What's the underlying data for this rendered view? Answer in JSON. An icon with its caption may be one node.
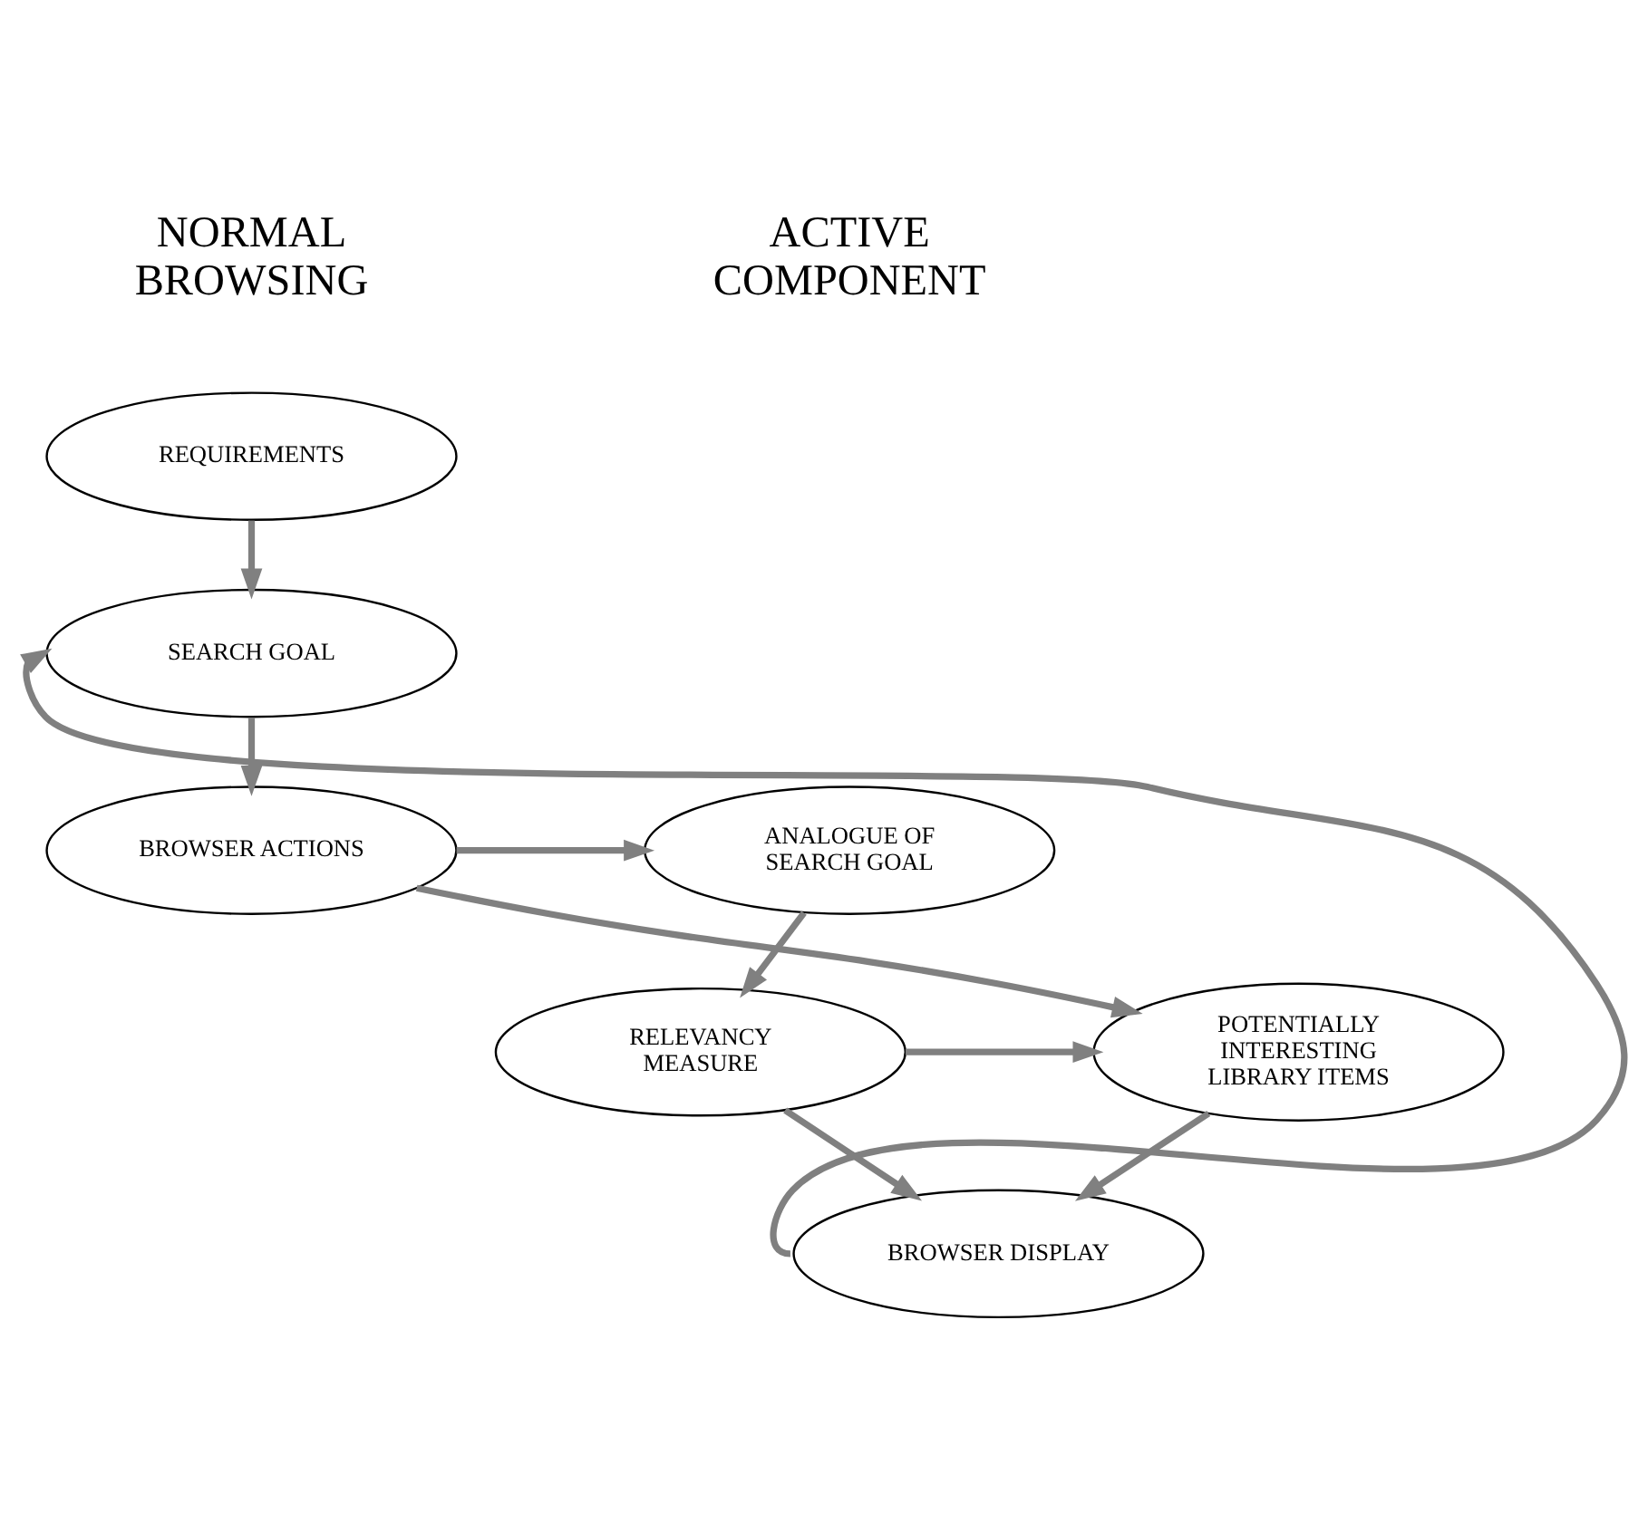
{
  "diagram": {
    "nodes": [
      {
        "text": [
          "REQUIREMENTS"
        ]
      },
      {
        "text": [
          "SEARCH GOAL"
        ]
      },
      {
        "text": [
          "BROWSER ACTIONS"
        ]
      },
      {
        "text": [
          "ANALOGUE OF SEARCH GOAL"
        ]
      },
      {
        "text": [
          "POTENTIALLY INTERESTING LIBRARY ITEMS"
        ]
      },
      {
        "text": [
          "RELEVANCY MEASURE"
        ]
      },
      {
        "text": [
          "BROWSER DISPLAY"
        ]
      }
    ],
    "edges": [
      {
        "from": 0,
        "to": 1,
        "arrow": "to"
      },
      {
        "from": 1,
        "to": 2,
        "arrow": "to"
      },
      {
        "from": 2,
        "to": 3,
        "arrow": "to"
      },
      {
        "from": 2,
        "to": 4,
        "arrow": "to"
      },
      {
        "from": 3,
        "to": 5,
        "arrow": "to"
      },
      {
        "from": 5,
        "to": 4,
        "arrow": "to"
      },
      {
        "from": 4,
        "to": 6,
        "arrow": "to"
      },
      {
        "from": 5,
        "to": 6,
        "arrow": "to"
      },
      {
        "from": 6,
        "to": 1,
        "arrow": "to"
      }
    ],
    "labels": [
      "NORMAL BROWSING",
      "ACTIVE COMPONENT"
    ]
  }
}
